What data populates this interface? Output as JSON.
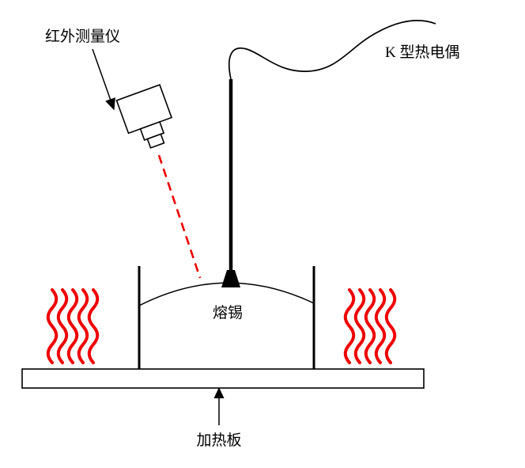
{
  "diagram": {
    "labels": {
      "infrared_meter": "红外测量仪",
      "thermocouple": "K 型热电偶",
      "molten_tin": "熔锡",
      "heating_plate": "加热板"
    },
    "colors": {
      "heat_waves": "#ee0000",
      "laser": "#ee0000",
      "line": "#000000",
      "background": "#ffffff"
    }
  }
}
